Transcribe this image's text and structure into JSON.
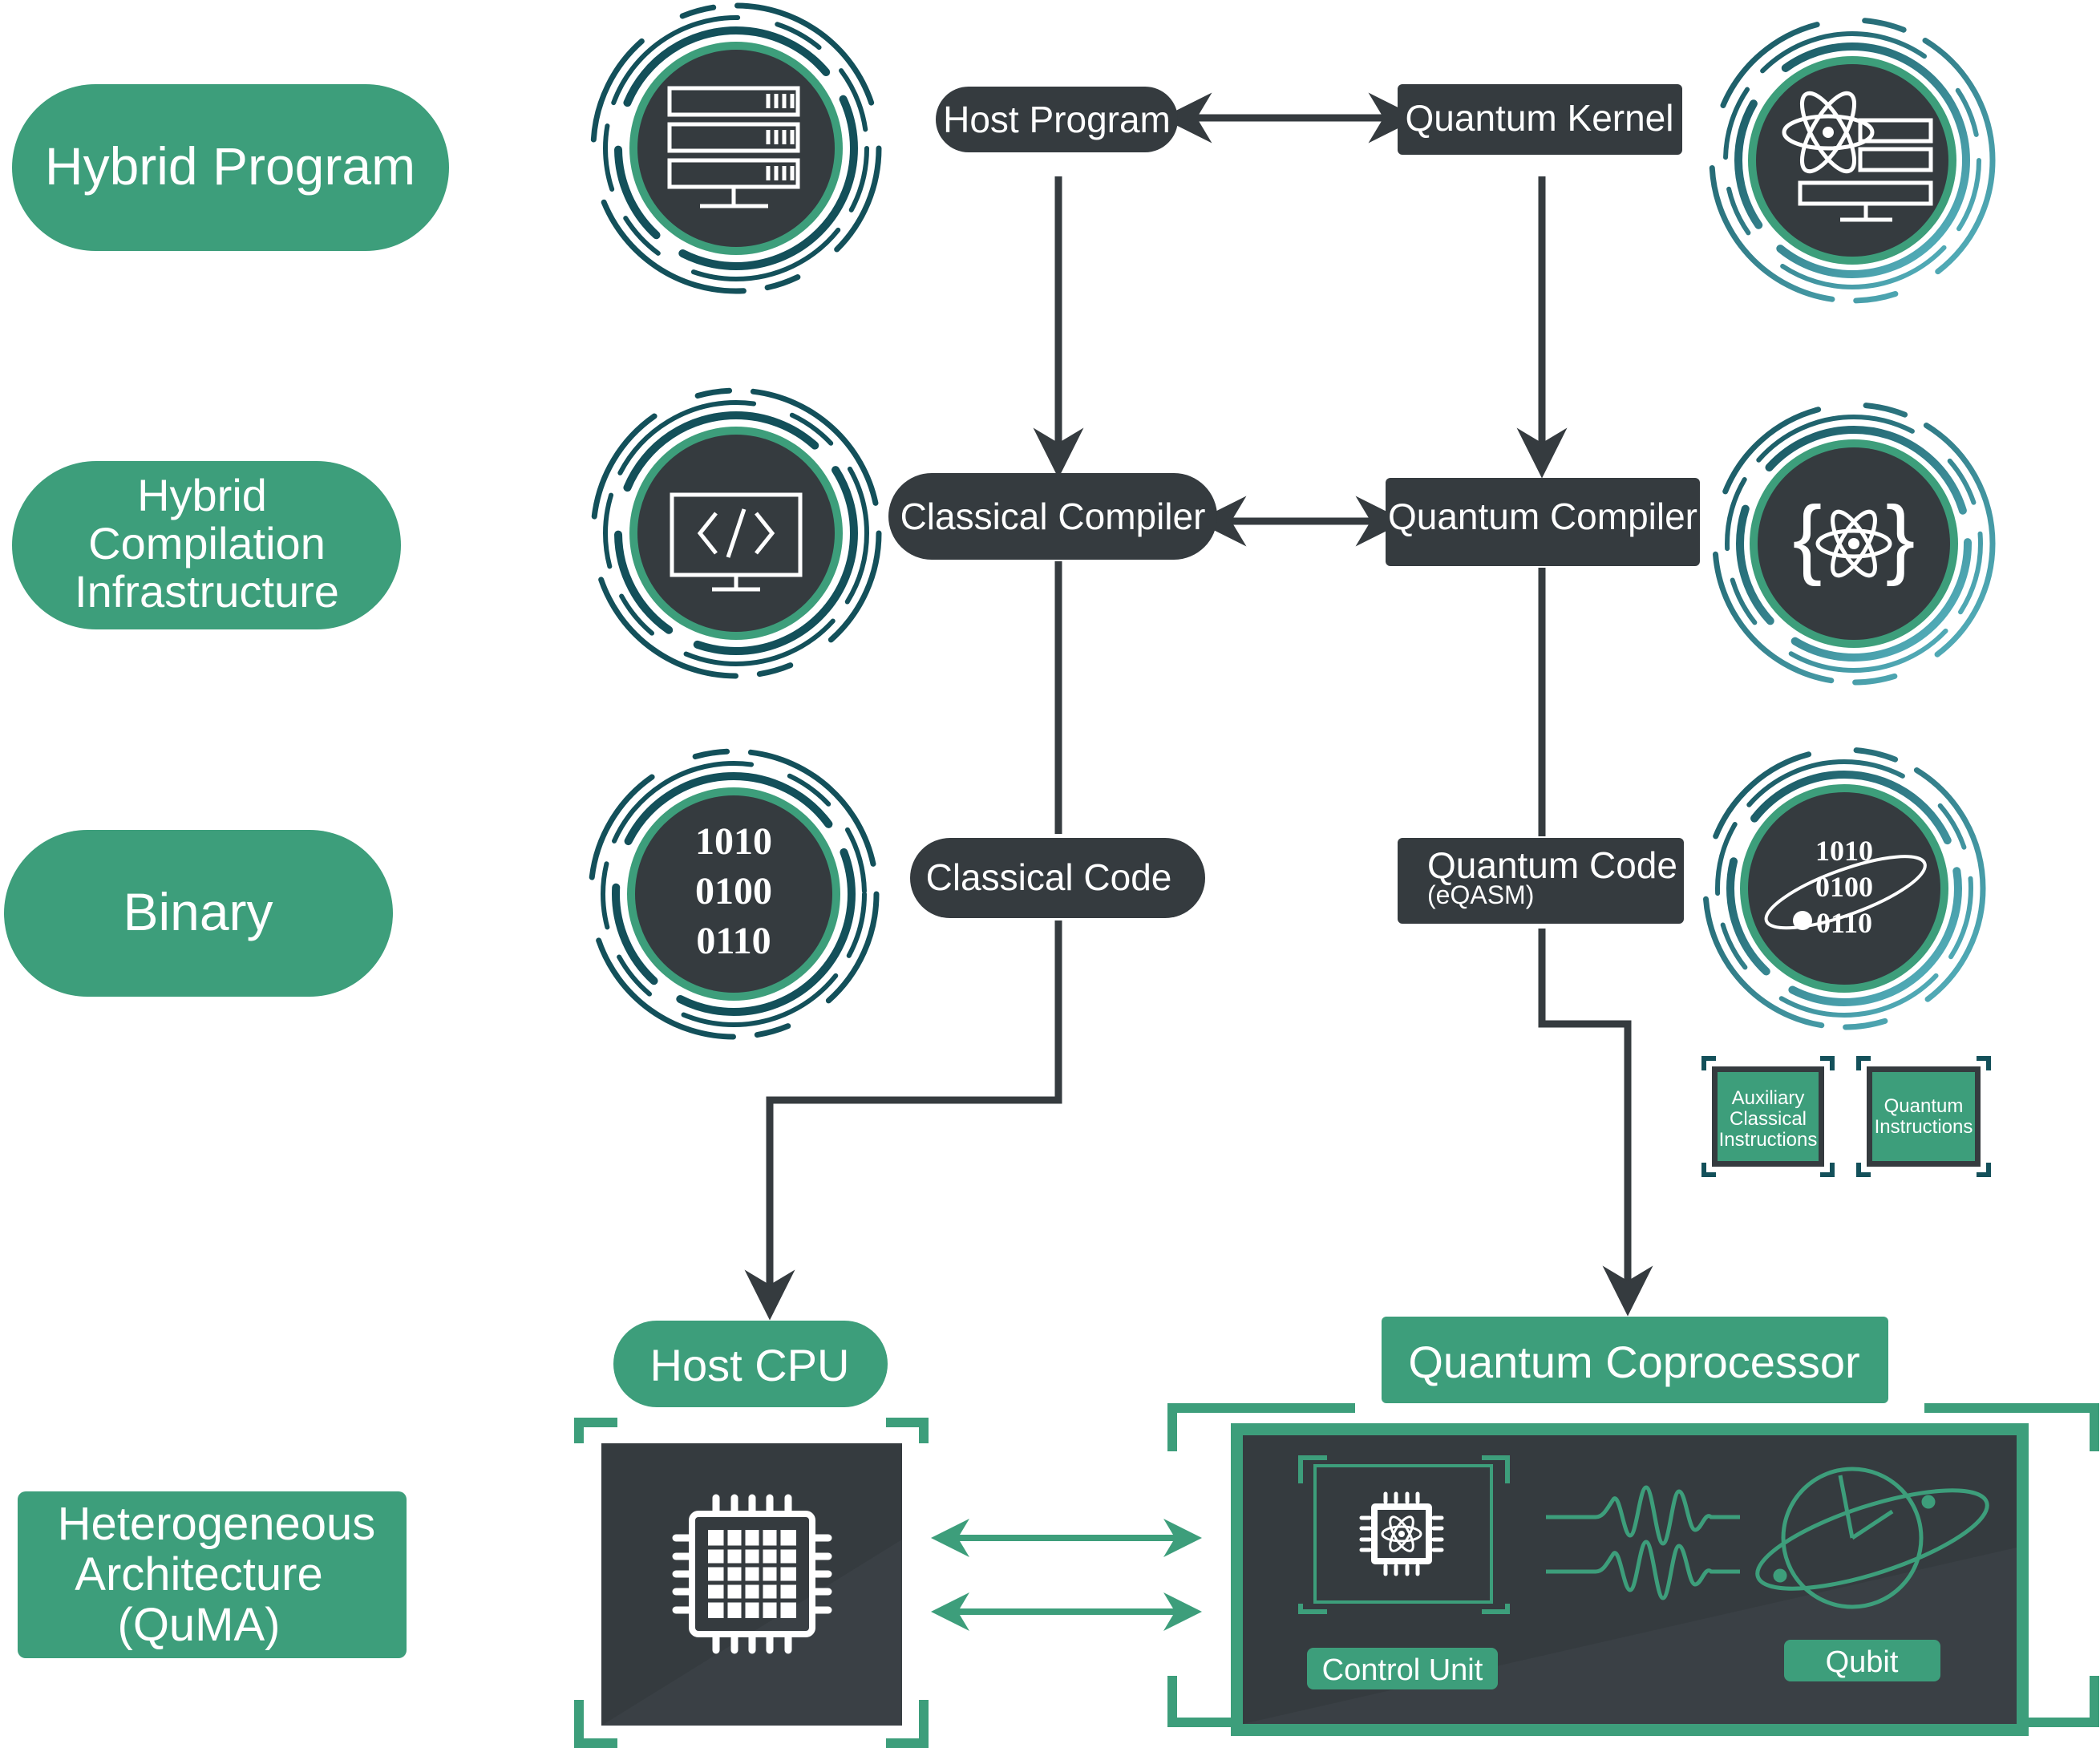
{
  "layers": {
    "hybrid_program": "Hybrid Program",
    "hybrid_compilation": [
      "Hybrid",
      "Compilation",
      "Infrastructure"
    ],
    "binary": "Binary",
    "heterogeneous": [
      "Heterogeneous",
      "Architecture",
      "(QuMA)"
    ]
  },
  "nodes": {
    "host_program": "Host Program",
    "quantum_kernel": "Quantum Kernel",
    "classical_compiler": "Classical Compiler",
    "quantum_compiler": "Quantum Compiler",
    "classical_code": "Classical Code",
    "quantum_code": "Quantum Code",
    "quantum_code_sub": "(eQASM)"
  },
  "binary_icon": [
    "1010",
    "0100",
    "0110"
  ],
  "instructions": {
    "auxiliary": [
      "Auxiliary",
      "Classical",
      "Instructions"
    ],
    "quantum": [
      "Quantum",
      "Instructions"
    ]
  },
  "hardware": {
    "host_cpu": "Host CPU",
    "quantum_coprocessor": "Quantum Coprocessor",
    "control_unit": "Control Unit",
    "qubit": "Qubit"
  },
  "colors": {
    "green": "#3d9e7b",
    "dark": "#353b3f",
    "teal_dark": "#13505a",
    "teal_light": "#5ab8c4"
  },
  "icons": [
    "server-icon",
    "quantum-server-icon",
    "code-monitor-icon",
    "quantum-braces-icon",
    "binary-icon",
    "quantum-binary-icon",
    "cpu-chip-icon",
    "quantum-chip-icon",
    "waveform-icon",
    "bloch-sphere-icon"
  ]
}
